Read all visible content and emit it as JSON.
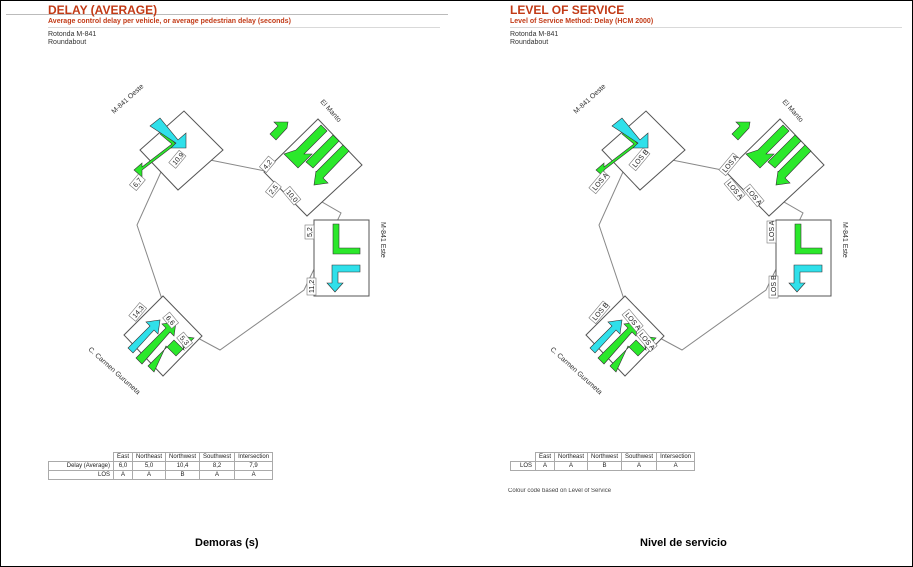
{
  "left": {
    "title": "DELAY (AVERAGE)",
    "subtitle": "Average control delay per vehicle, or average pedestrian delay (seconds)",
    "site": "Rotonda M-841",
    "site_type": "Roundabout",
    "legs": {
      "west": "M-841 Oeste",
      "north": "El Manto",
      "east": "M-841 Este",
      "south": "C. Carmen Gurumeta"
    },
    "labels": {
      "west_a": "10,9",
      "west_b": "6,7",
      "north_a": "4,2",
      "north_b": "2,5",
      "north_c": "10,0",
      "east_a": "5,2",
      "east_b": "11,2",
      "south_a": "14,3",
      "south_b": "6,6",
      "south_c": "5,3"
    },
    "table": {
      "headers": [
        "East",
        "Northeast",
        "Northwest",
        "Southwest",
        "Intersection"
      ],
      "rows": [
        {
          "label": "Delay (Average)",
          "cells": [
            "6,0",
            "5,0",
            "10,4",
            "8,2",
            "7,9"
          ]
        },
        {
          "label": "LOS",
          "cells": [
            "A",
            "A",
            "B",
            "A",
            "A"
          ]
        }
      ]
    },
    "caption": "Demoras (s)"
  },
  "right": {
    "title": "LEVEL OF SERVICE",
    "subtitle": "Level of Service Method: Delay (HCM 2000)",
    "site": "Rotonda M-841",
    "site_type": "Roundabout",
    "legs": {
      "west": "M-841 Oeste",
      "north": "El Manto",
      "east": "M-841 Este",
      "south": "C. Carmen Gurumeta"
    },
    "labels": {
      "west_a": "LOS B",
      "west_b": "LOS A",
      "north_a": "LOS A",
      "north_b": "LOS A",
      "north_c": "LOS A",
      "east_a": "LOS A",
      "east_b": "LOS B",
      "south_a": "LOS B",
      "south_b": "LOS A",
      "south_c": "LOS A"
    },
    "table": {
      "headers": [
        "East",
        "Northeast",
        "Northwest",
        "Southwest",
        "Intersection"
      ],
      "rows": [
        {
          "label": "LOS",
          "cells": [
            "A",
            "A",
            "B",
            "A",
            "A"
          ]
        }
      ]
    },
    "note": "Colour code based on Level of Service",
    "caption": "Nivel de servicio"
  },
  "colors": {
    "through_arrow": "#2be82b",
    "right_turn_arrow": "#2fe0ea",
    "title": "#c23a16"
  }
}
